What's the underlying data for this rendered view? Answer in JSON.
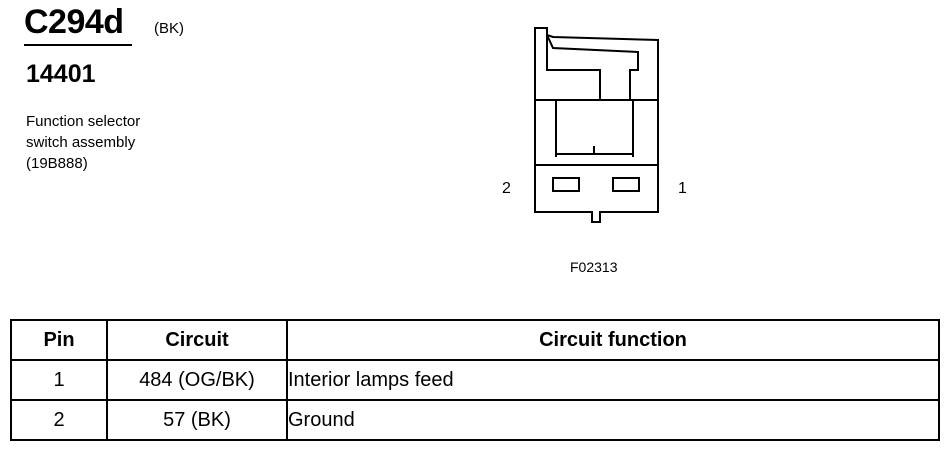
{
  "header": {
    "connector_id": "C294d",
    "color_code": "(BK)",
    "part_number": "14401",
    "description_lines": [
      "Function selector",
      "switch assembly",
      "(19B888)"
    ]
  },
  "figure": {
    "pin_left_label": "2",
    "pin_right_label": "1",
    "figure_code": "F02313"
  },
  "table": {
    "headers": [
      "Pin",
      "Circuit",
      "Circuit function"
    ],
    "rows": [
      {
        "pin": "1",
        "circuit": "484 (OG/BK)",
        "function": "Interior lamps feed"
      },
      {
        "pin": "2",
        "circuit": "57 (BK)",
        "function": "Ground"
      }
    ]
  }
}
